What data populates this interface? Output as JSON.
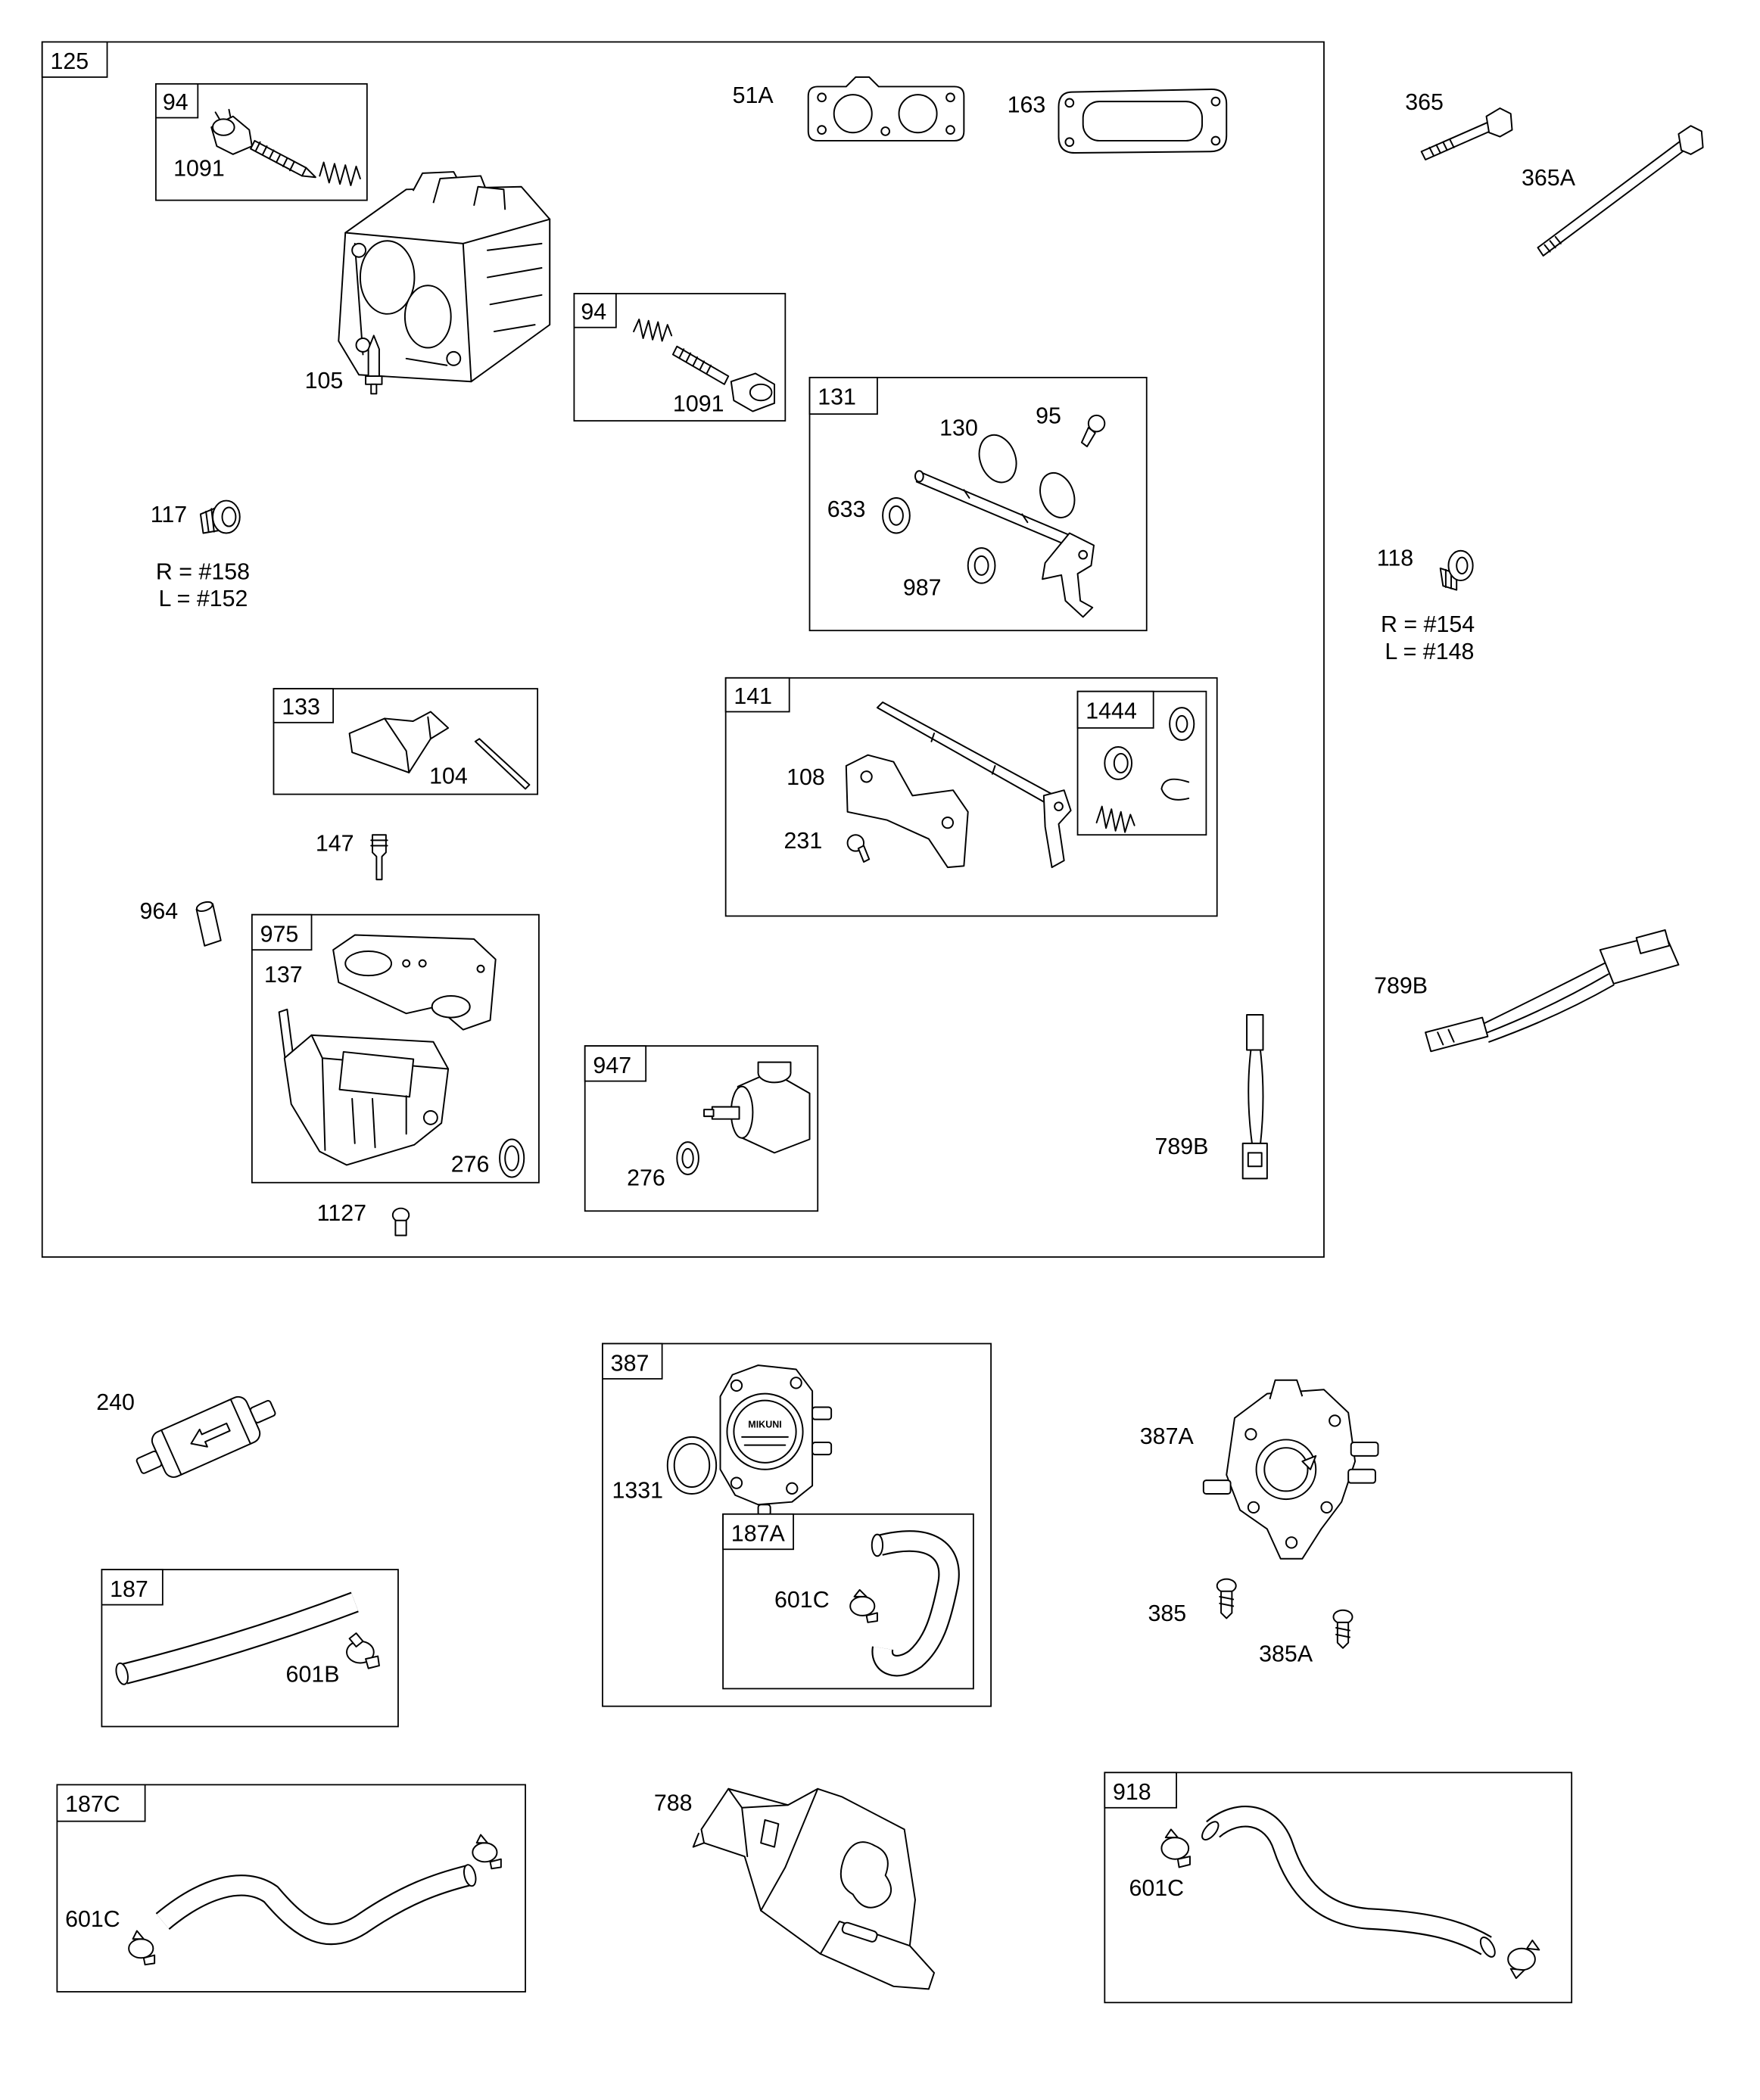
{
  "colors": {
    "ink": "#000000",
    "paper": "#ffffff"
  },
  "frame_125": {
    "label": "125",
    "kit_94_upper": {
      "label": "94",
      "parts": [
        "1091"
      ]
    },
    "gasket_51A": "51A",
    "gasket_163": "163",
    "jet_105": "105",
    "kit_94_lower": {
      "label": "94",
      "parts": [
        "1091"
      ]
    },
    "kit_131": {
      "label": "131",
      "parts": [
        "130",
        "95",
        "633",
        "987"
      ]
    },
    "plug_117": {
      "label": "117",
      "notes": [
        "R = #158",
        "L = #152"
      ]
    },
    "kit_133": {
      "label": "133",
      "parts": [
        "104"
      ]
    },
    "kit_141": {
      "label": "141",
      "parts": [
        "108",
        "231"
      ],
      "kit_1444": {
        "label": "1444"
      }
    },
    "needle_147": "147",
    "pin_964": "964",
    "kit_975": {
      "label": "975",
      "parts": [
        "137",
        "276"
      ]
    },
    "kit_947": {
      "label": "947",
      "parts": [
        "276"
      ]
    },
    "screw_1127": "1127",
    "harness_789B": "789B"
  },
  "loose_parts": {
    "bolt_365": "365",
    "bolt_365A": "365A",
    "plug_118": {
      "label": "118",
      "notes": [
        "R = #154",
        "L = #148"
      ]
    },
    "harness_789B": "789B",
    "filter_240": "240",
    "kit_187": {
      "label": "187",
      "parts": [
        "601B"
      ]
    },
    "kit_387": {
      "label": "387",
      "parts": [
        "1331"
      ],
      "pump_logo": "MIKUNI",
      "kit_187A": {
        "label": "187A",
        "parts": [
          "601C"
        ]
      }
    },
    "pump_387A": "387A",
    "screw_385": "385",
    "screw_385A": "385A",
    "kit_187C": {
      "label": "187C",
      "parts": [
        "601C"
      ]
    },
    "bracket_788": "788",
    "kit_918": {
      "label": "918",
      "parts": [
        "601C"
      ]
    }
  }
}
